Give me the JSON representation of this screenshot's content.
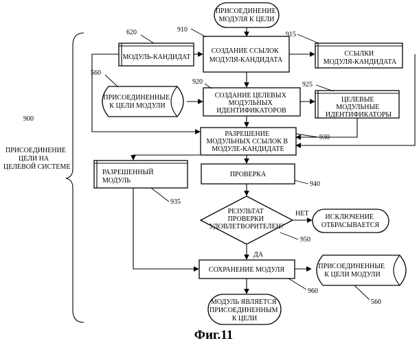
{
  "group": {
    "ref": "900",
    "lines": [
      "ПРИСОЕДИНЕНИЕ",
      "ЦЕЛИ НА",
      "ЦЕЛЕВОЙ СИСТЕМЕ"
    ]
  },
  "nodes": {
    "start": {
      "lines": [
        "ПРИСОЕДИНЕНИЕ",
        "МОДУЛЯ К ЦЕЛИ"
      ]
    },
    "candidate": {
      "ref": "620",
      "lines": [
        "МОДУЛЬ-КАНДИДАТ"
      ]
    },
    "create_links": {
      "ref": "910",
      "lines": [
        "СОЗДАНИЕ ССЫЛОК",
        "МОДУЛЯ-КАНДИДАТА"
      ]
    },
    "links": {
      "ref": "915",
      "lines": [
        "ССЫЛКИ",
        "МОДУЛЯ-КАНДИДАТА"
      ]
    },
    "attached_in": {
      "ref": "560",
      "lines": [
        "ПРИСОЕДИНЕННЫЕ",
        "К ЦЕЛИ МОДУЛИ"
      ]
    },
    "create_ids": {
      "ref": "920",
      "lines": [
        "СОЗДАНИЕ ЦЕЛЕВЫХ",
        "МОДУЛЬНЫХ",
        "ИДЕНТИФИКАТОРОВ"
      ]
    },
    "target_ids": {
      "ref": "925",
      "lines": [
        "ЦЕЛЕВЫЕ",
        "МОДУЛЬНЫЕ",
        "ИДЕНТИФИКАТОРЫ"
      ]
    },
    "resolve": {
      "ref": "930",
      "lines": [
        "РАЗРЕШЕНИЕ",
        "МОДУЛЬНЫХ ССЫЛОК В",
        "МОДУЛЕ-КАНДИДАТЕ"
      ]
    },
    "resolved": {
      "ref": "935",
      "lines": [
        "РАЗРЕШЕННЫЙ",
        "МОДУЛЬ"
      ]
    },
    "check": {
      "ref": "940",
      "lines": [
        "ПРОВЕРКА"
      ]
    },
    "decision": {
      "ref": "950",
      "lines": [
        "РЕЗУЛЬТАТ",
        "ПРОВЕРКИ",
        "УДОВЛЕТВОРИТЕЛЕН?"
      ]
    },
    "exception": {
      "lines": [
        "ИСКЛЮЧЕНИЕ",
        "ОТБРАСЫВАЕТСЯ"
      ]
    },
    "save": {
      "ref": "960",
      "lines": [
        "СОХРАНЕНИЕ МОДУЛЯ"
      ]
    },
    "attached_out": {
      "ref": "560",
      "lines": [
        "ПРИСОЕДИНЕННЫЕ",
        "К ЦЕЛИ МОДУЛИ"
      ]
    },
    "end": {
      "lines": [
        "МОДУЛЬ ЯВЛЯЕТСЯ",
        "ПРИСОЕДИНЕННЫМ",
        "К ЦЕЛИ"
      ]
    }
  },
  "edges": {
    "no": "НЕТ",
    "yes": "ДА"
  },
  "caption": "Фиг.11"
}
